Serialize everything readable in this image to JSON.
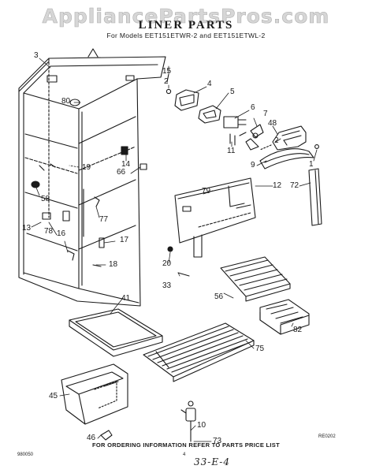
{
  "watermark": "AppliancePartsPros.com",
  "title": "LINER PARTS",
  "subtitle": "For Models EET151ETWR-2 and EET151ETWL-2",
  "callouts": [
    {
      "id": "c3",
      "text": "3"
    },
    {
      "id": "c15",
      "text": "15"
    },
    {
      "id": "c2a",
      "text": "2"
    },
    {
      "id": "c4",
      "text": "4"
    },
    {
      "id": "c5",
      "text": "5"
    },
    {
      "id": "c6",
      "text": "6"
    },
    {
      "id": "c7",
      "text": "7"
    },
    {
      "id": "c48",
      "text": "48"
    },
    {
      "id": "c80",
      "text": "80"
    },
    {
      "id": "c11a",
      "text": "11"
    },
    {
      "id": "c2b",
      "text": "2"
    },
    {
      "id": "c9",
      "text": "9"
    },
    {
      "id": "c1",
      "text": "1"
    },
    {
      "id": "c14",
      "text": "14"
    },
    {
      "id": "c19",
      "text": "19"
    },
    {
      "id": "c66",
      "text": "66"
    },
    {
      "id": "c79",
      "text": "79"
    },
    {
      "id": "c12",
      "text": "12"
    },
    {
      "id": "c72",
      "text": "72"
    },
    {
      "id": "c58",
      "text": "58"
    },
    {
      "id": "c77",
      "text": "77"
    },
    {
      "id": "c13",
      "text": "13"
    },
    {
      "id": "c78",
      "text": "78"
    },
    {
      "id": "c16",
      "text": "16"
    },
    {
      "id": "c17",
      "text": "17"
    },
    {
      "id": "c18",
      "text": "18"
    },
    {
      "id": "c20",
      "text": "20"
    },
    {
      "id": "c33",
      "text": "33"
    },
    {
      "id": "c56",
      "text": "56"
    },
    {
      "id": "c41",
      "text": "41"
    },
    {
      "id": "c82",
      "text": "82"
    },
    {
      "id": "c75",
      "text": "75"
    },
    {
      "id": "c45",
      "text": "45"
    },
    {
      "id": "c10",
      "text": "10"
    },
    {
      "id": "c46",
      "text": "46"
    },
    {
      "id": "c73",
      "text": "73"
    }
  ],
  "code_right": "RE0202",
  "code_left": "980050",
  "page_mark": "4",
  "footer": "FOR ORDERING INFORMATION REFER TO PARTS PRICE LIST",
  "handwritten": "33-E-4"
}
